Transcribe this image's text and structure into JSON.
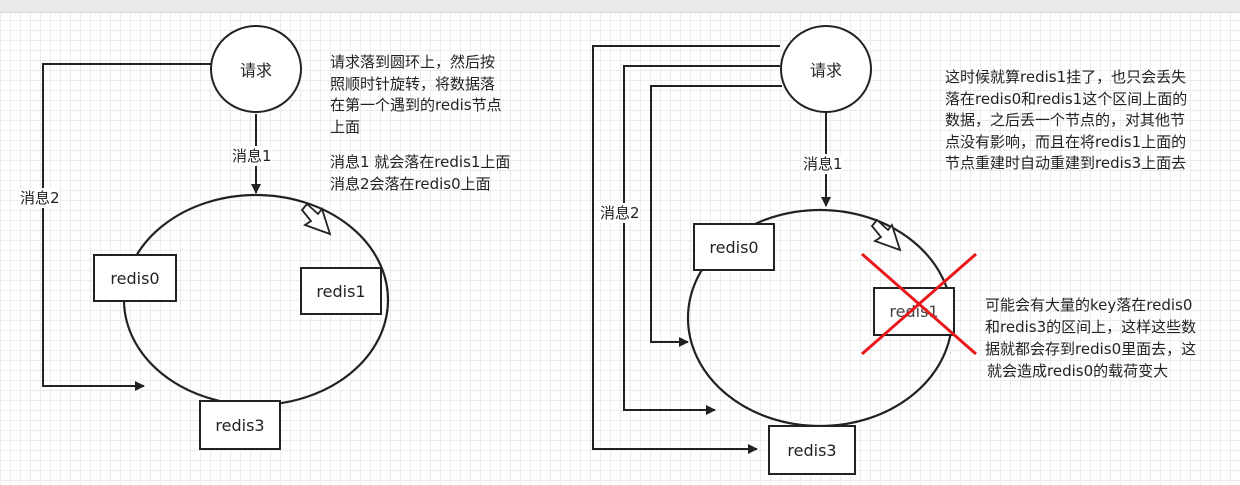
{
  "left_diagram": {
    "request_label": "请求",
    "message1_label": "消息1",
    "message2_label": "消息2",
    "nodes": {
      "redis0": "redis0",
      "redis1": "redis1",
      "redis3": "redis3"
    },
    "note_lines": [
      "请求落到圆环上，然后按",
      "照顺时针旋转，将数据落",
      "在第一个遇到的redis节点",
      "上面",
      "",
      "消息1 就会落在redis1上面",
      "消息2会落在redis0上面"
    ]
  },
  "right_diagram": {
    "request_label": "请求",
    "message1_label": "消息1",
    "message2_label": "消息2",
    "nodes": {
      "redis0": "redis0",
      "redis1": "redis1",
      "redis3": "redis3"
    },
    "note_lines": [
      "这时候就算redis1挂了，也只会丢失",
      "落在redis0和redis1这个区间上面的",
      "数据，之后丢一个节点的，对其他节",
      "点没有影响，而且在将redis1上面的",
      "节点重建时自动重建到redis3上面去"
    ],
    "warning_lines": [
      "可能会有大量的key落在redis0",
      "和redis3的区间上，这样这些数",
      "据就都会存到redis0里面去，这",
      "就会造成redis0的载荷变大"
    ]
  },
  "colors": {
    "line": "#222222",
    "cross": "#e8171b",
    "grid": "#ececec"
  }
}
